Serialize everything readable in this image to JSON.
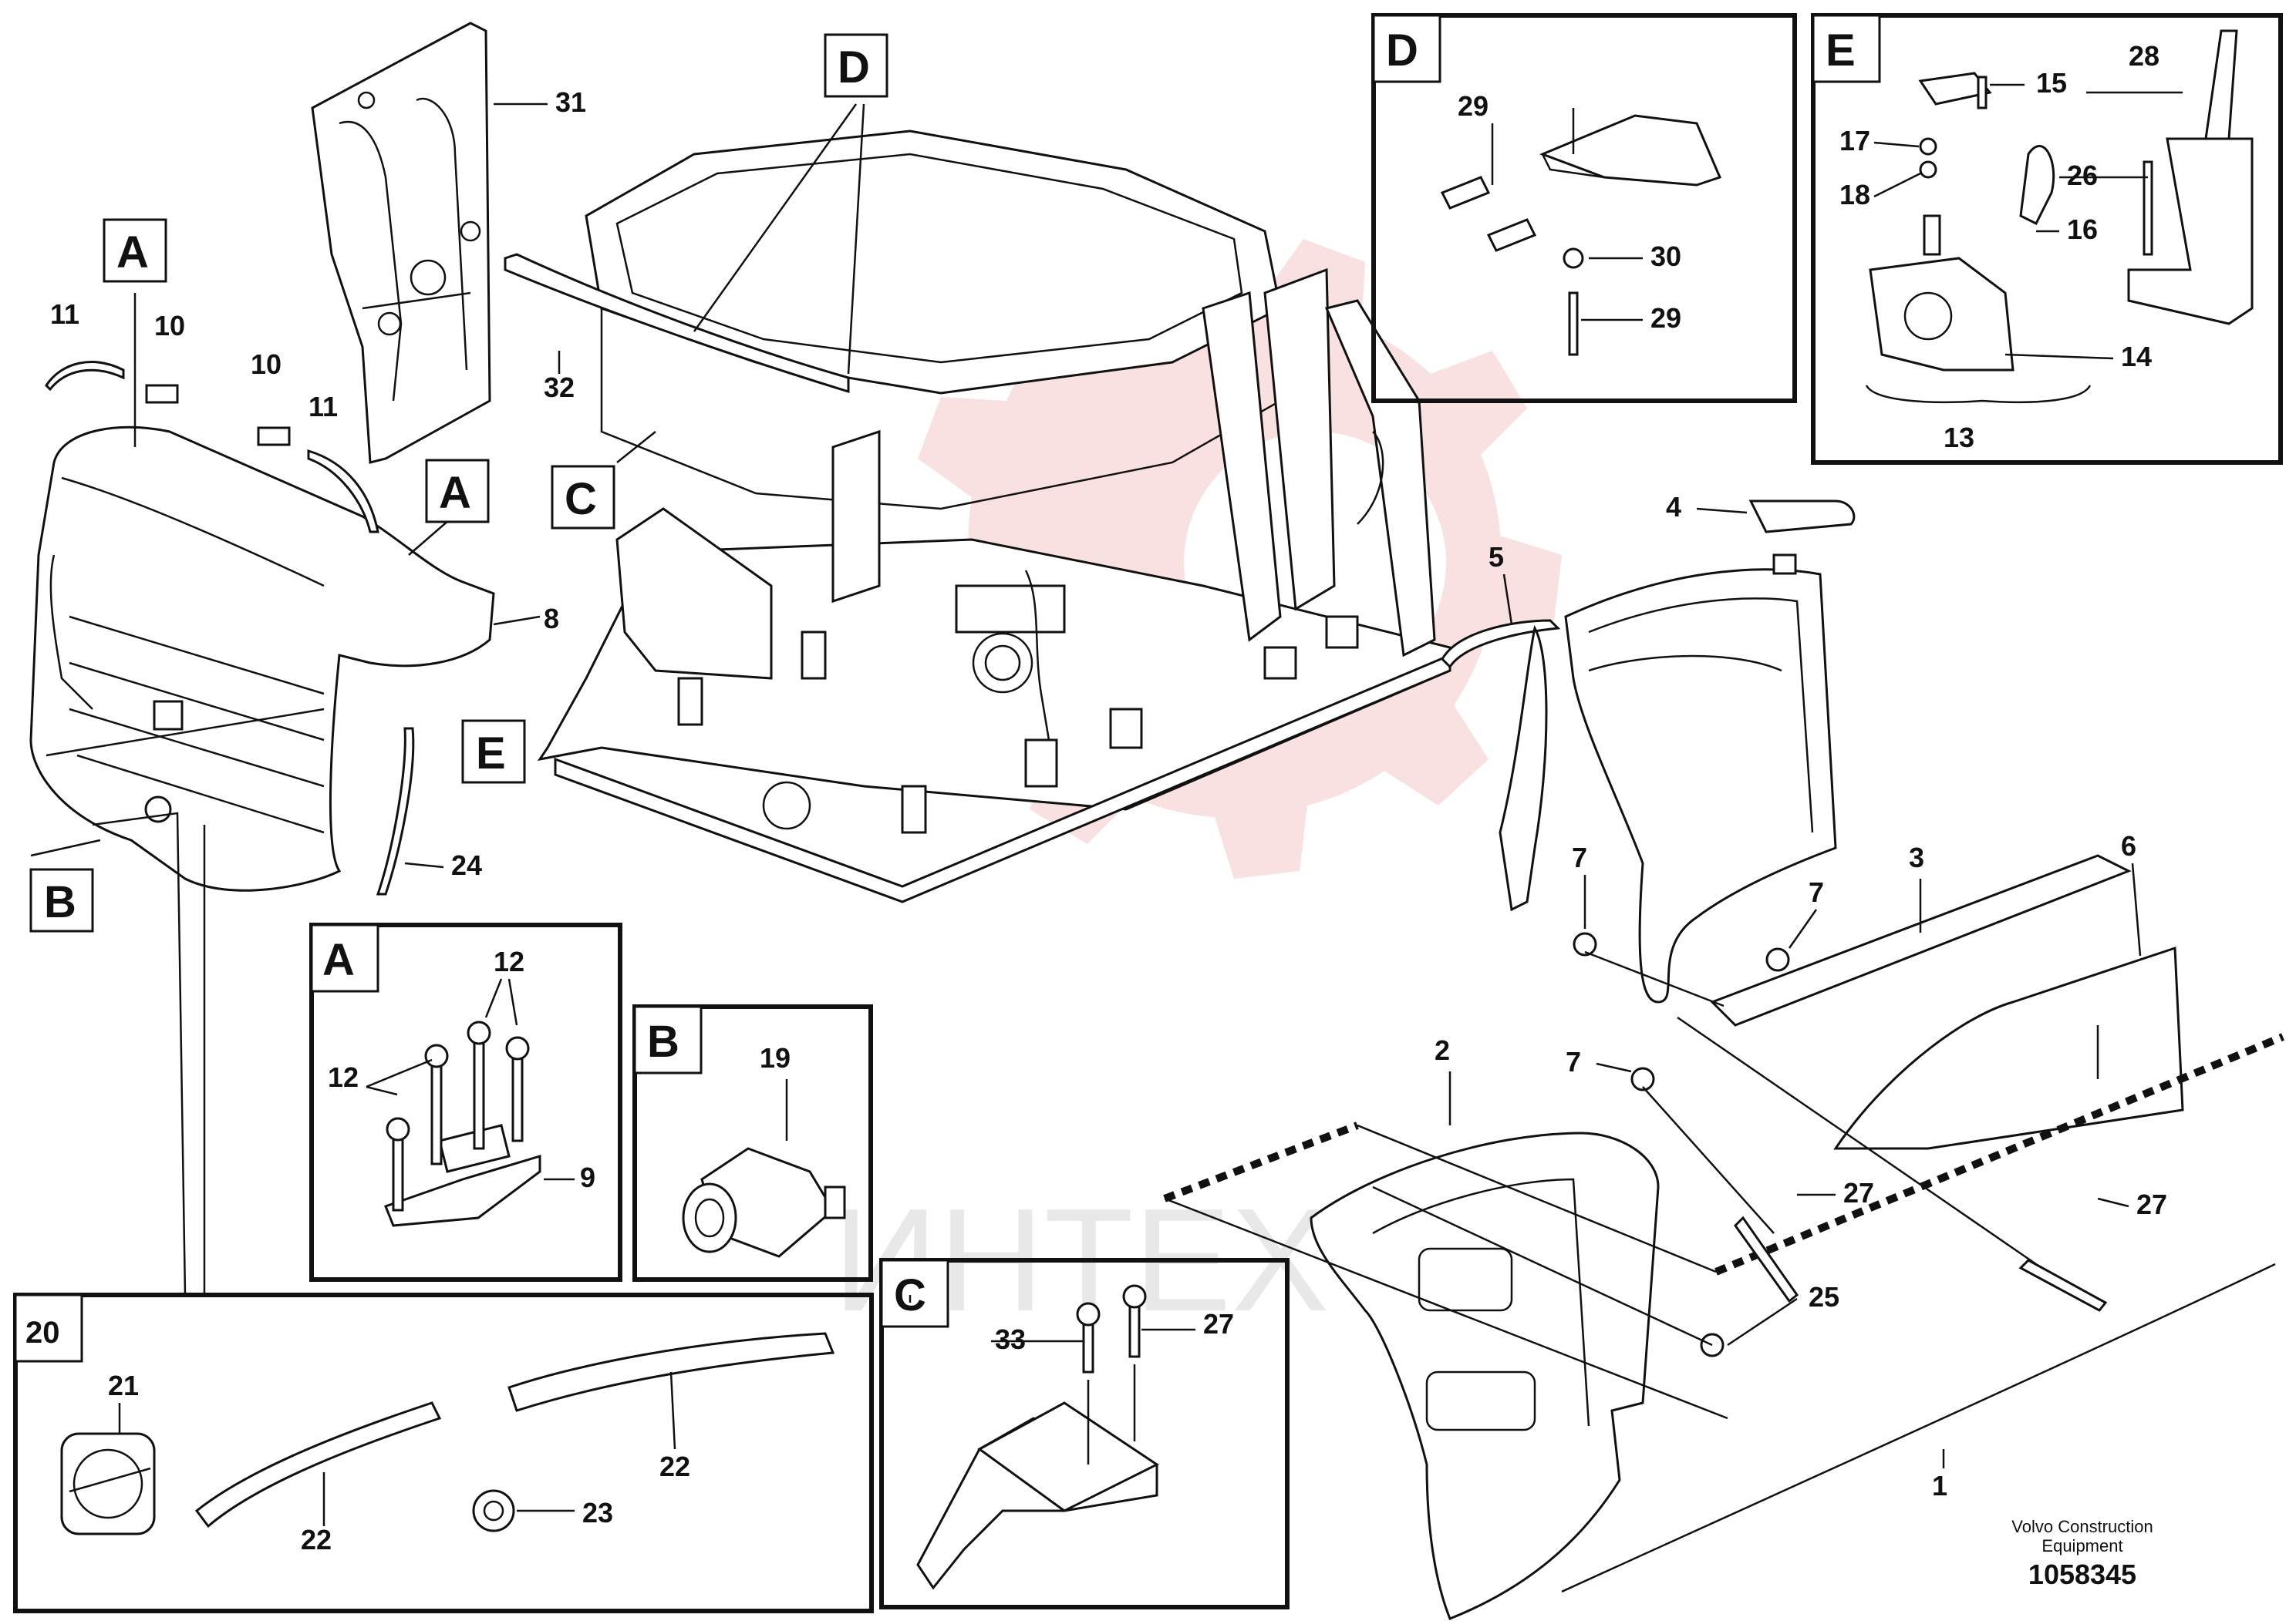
{
  "watermark": {
    "text": "ИНТЕХ"
  },
  "footer": {
    "line1": "Volvo Construction",
    "line2": "Equipment",
    "drawing_number": "1058345"
  },
  "view_flags": {
    "A1": "A",
    "A2": "A",
    "B": "B",
    "C": "C",
    "D": "D",
    "E": "E"
  },
  "detail_boxes": {
    "A": "A",
    "B": "B",
    "C": "C",
    "D": "D",
    "E": "E",
    "twenty": "20"
  },
  "callouts": {
    "c1": "1",
    "c2": "2",
    "c3": "3",
    "c4": "4",
    "c5": "5",
    "c6": "6",
    "c7a": "7",
    "c7b": "7",
    "c7c": "7",
    "c8": "8",
    "c9": "9",
    "c10a": "10",
    "c10b": "10",
    "c11a": "11",
    "c11b": "11",
    "c12a": "12",
    "c12b": "12",
    "c13": "13",
    "c14": "14",
    "c15": "15",
    "c16": "16",
    "c17": "17",
    "c18": "18",
    "c19": "19",
    "c21": "21",
    "c22a": "22",
    "c22b": "22",
    "c23": "23",
    "c24": "24",
    "c25": "25",
    "c26": "26",
    "c27a": "27",
    "c27b": "27",
    "c27c": "27",
    "c28": "28",
    "c29a": "29",
    "c29b": "29",
    "c30": "30",
    "c31": "31",
    "c32": "32",
    "c33": "33"
  },
  "colors": {
    "ink": "#111111",
    "watermark": "#f2c4c4"
  },
  "icons": {
    "watermark_logo": "gear-icon",
    "emblem": "volvo-emblem-icon",
    "lock": "lock-cylinder-icon"
  }
}
